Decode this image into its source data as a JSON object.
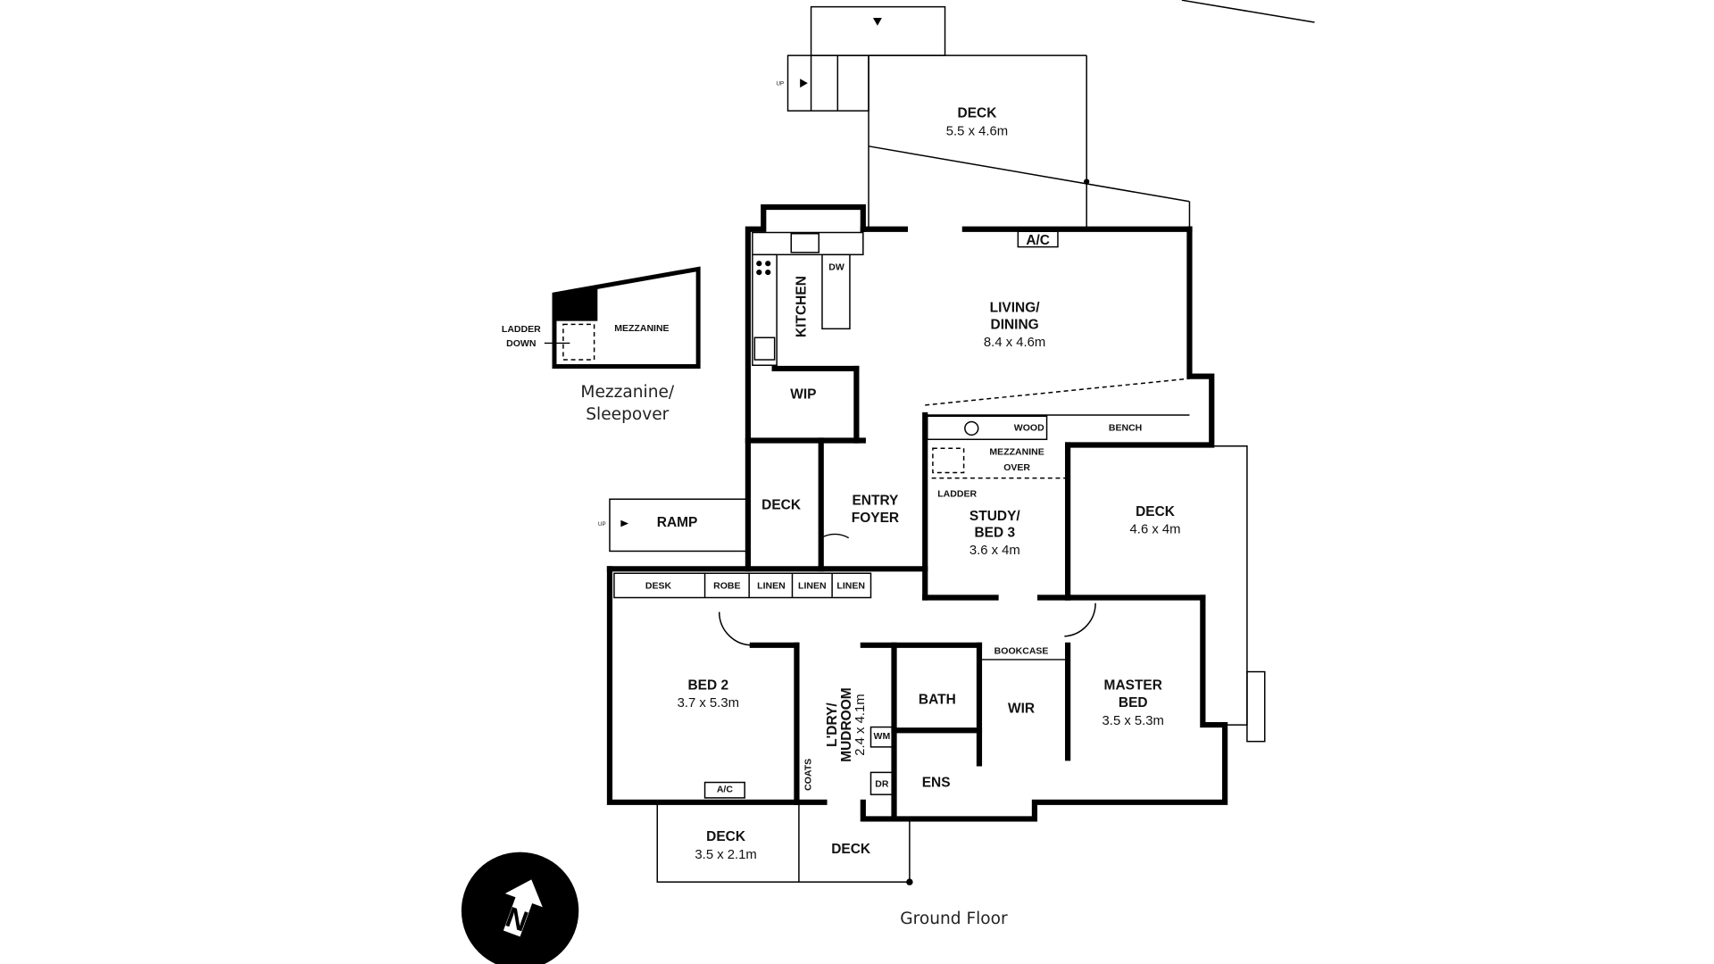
{
  "plan": {
    "caption_ground": "Ground Floor",
    "caption_mezz_1": "Mezzanine/",
    "caption_mezz_2": "Sleepover",
    "up": "UP",
    "north": "N",
    "rooms": {
      "deck_top": {
        "name": "DECK",
        "size": "5.5 x 4.6m"
      },
      "ac_living": "A/C",
      "dw": "DW",
      "kitchen": "KITCHEN",
      "living": {
        "name1": "LIVING/",
        "name2": "DINING",
        "size": "8.4 x 4.6m"
      },
      "wip": "WIP",
      "wood": "WOOD",
      "bench": "BENCH",
      "mezz_over": {
        "name1": "MEZZANINE",
        "name2": "OVER"
      },
      "ladder": "LADDER",
      "study": {
        "name1": "STUDY/",
        "name2": "BED 3",
        "size": "3.6 x 4m"
      },
      "deck_right": {
        "name": "DECK",
        "size": "4.6 x 4m"
      },
      "deck_entry": "DECK",
      "ramp": "RAMP",
      "entry": {
        "name1": "ENTRY",
        "name2": "FOYER"
      },
      "desk": "DESK",
      "robe": "ROBE",
      "linen": [
        "LINEN",
        "LINEN",
        "LINEN"
      ],
      "bed2": {
        "name": "BED 2",
        "size": "3.7 x 5.3m"
      },
      "bath": "BATH",
      "wir": "WIR",
      "laundry": {
        "name1": "L'DRY/",
        "name2": "MUDROOM",
        "size": "2.4 x 4.1m"
      },
      "wm": "WM",
      "dr": "DR",
      "coats": "COATS",
      "ens": "ENS",
      "master": {
        "name1": "MASTER",
        "name2": "BED",
        "size": "3.5 x 5.3m"
      },
      "bookcase": "BOOKCASE",
      "ac_bed2": "A/C",
      "deck_bottom": {
        "name": "DECK",
        "size": "3.5 x 2.1m"
      },
      "deck_bottom2": "DECK"
    },
    "mezzanine": {
      "name": "MEZZANINE",
      "ladder1": "LADDER",
      "ladder2": "DOWN"
    }
  }
}
